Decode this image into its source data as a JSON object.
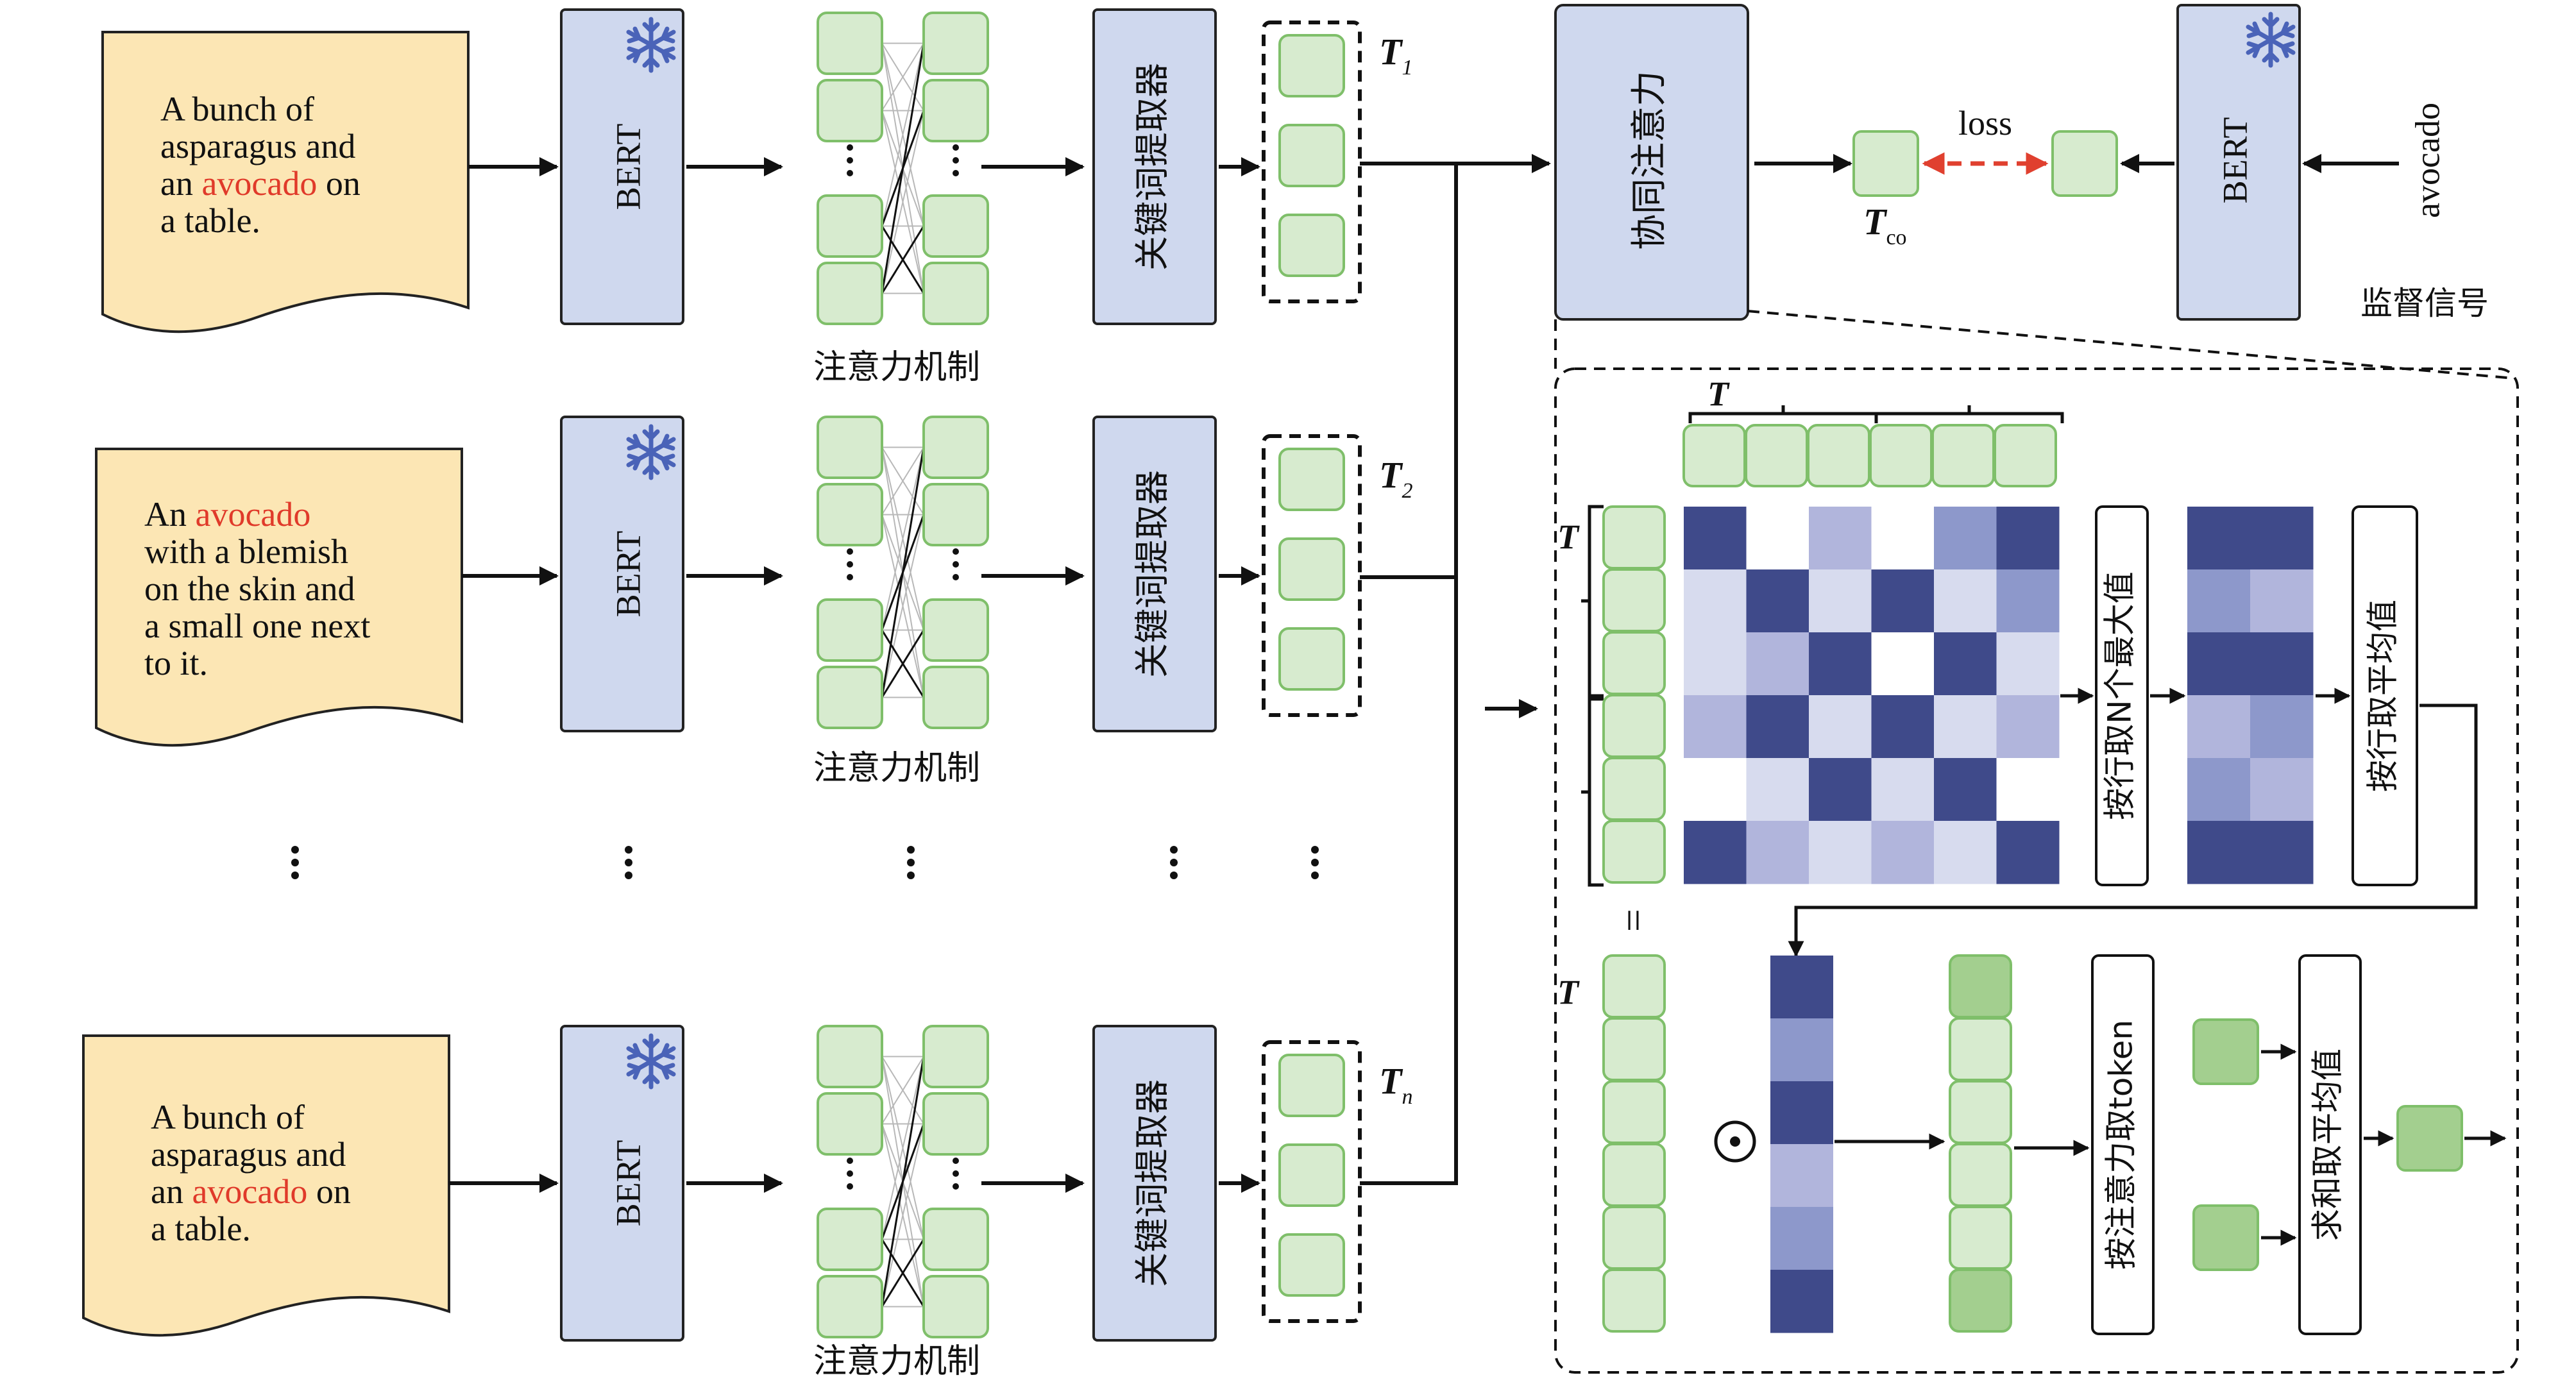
{
  "docs": [
    {
      "lines": [
        [
          {
            "t": "A bunch of",
            "hl": false
          }
        ],
        [
          {
            "t": "asparagus and",
            "hl": false
          }
        ],
        [
          {
            "t": "an ",
            "hl": false
          },
          {
            "t": "avocado",
            "hl": true
          },
          {
            "t": " on",
            "hl": false
          }
        ],
        [
          {
            "t": "a table.",
            "hl": false
          }
        ]
      ]
    },
    {
      "lines": [
        [
          {
            "t": "An ",
            "hl": false
          },
          {
            "t": "avocado",
            "hl": true
          }
        ],
        [
          {
            "t": "with a blemish",
            "hl": false
          }
        ],
        [
          {
            "t": "on the skin and",
            "hl": false
          }
        ],
        [
          {
            "t": "a small one next",
            "hl": false
          }
        ],
        [
          {
            "t": "to it.",
            "hl": false
          }
        ]
      ]
    },
    {
      "lines": [
        [
          {
            "t": "A bunch of",
            "hl": false
          }
        ],
        [
          {
            "t": "asparagus and",
            "hl": false
          }
        ],
        [
          {
            "t": "an ",
            "hl": false
          },
          {
            "t": "avocado",
            "hl": true
          },
          {
            "t": " on",
            "hl": false
          }
        ],
        [
          {
            "t": "a table.",
            "hl": false
          }
        ]
      ]
    }
  ],
  "bert_label": "BERT",
  "attention_label": "注意力机制",
  "extractor_label": "关键词提取器",
  "t_outputs": [
    {
      "base": "T",
      "sub": "1"
    },
    {
      "base": "T",
      "sub": "2"
    },
    {
      "base": "T",
      "sub": "n"
    }
  ],
  "coattention_label": "协同注意力",
  "t_co": {
    "base": "T",
    "sub": "co"
  },
  "loss_label": "loss",
  "supervision_word": "avocado",
  "supervision_label": "监督信号",
  "detail": {
    "t_label": "T",
    "eq_label": "=",
    "row_topn_label": "按行取N个最大值",
    "row_mean_label": "按行取平均值",
    "attn_token_label": "按注意力取token",
    "sum_mean_label": "求和取平均值",
    "odot_label": "⊙"
  },
  "heatmap": [
    [
      4,
      0,
      2,
      0,
      3,
      4
    ],
    [
      1,
      4,
      1,
      4,
      1,
      3
    ],
    [
      1,
      2,
      4,
      0,
      4,
      1
    ],
    [
      2,
      4,
      1,
      4,
      1,
      2
    ],
    [
      0,
      1,
      4,
      1,
      4,
      0
    ],
    [
      4,
      2,
      1,
      2,
      1,
      4
    ]
  ],
  "heatmap_topn": [
    [
      4,
      4
    ],
    [
      3,
      2
    ],
    [
      4,
      4
    ],
    [
      2,
      3
    ],
    [
      3,
      2
    ],
    [
      4,
      4
    ]
  ],
  "heat_colors": [
    "#ffffff",
    "#d7dbee",
    "#b1b5dc",
    "#8d98cb",
    "#3f4a8a"
  ],
  "vector_levels": [
    4,
    3,
    4,
    2,
    3,
    4
  ],
  "selected_tokens": [
    true,
    false,
    false,
    false,
    false,
    true
  ],
  "colors": {
    "doc_fill": "#fce6b4",
    "doc_highlight": "#e03a2a",
    "bert_fill": "#cfd8ee",
    "snowflake": "#4a63b8",
    "token_fill": "#d7ebcf",
    "token_stroke": "#7fbf6a",
    "token_dark": "#a3cf8f",
    "loss_arrow": "#e0402f"
  },
  "icons": [
    "snowflake-icon",
    "odot-icon",
    "ellipsis-icon"
  ]
}
